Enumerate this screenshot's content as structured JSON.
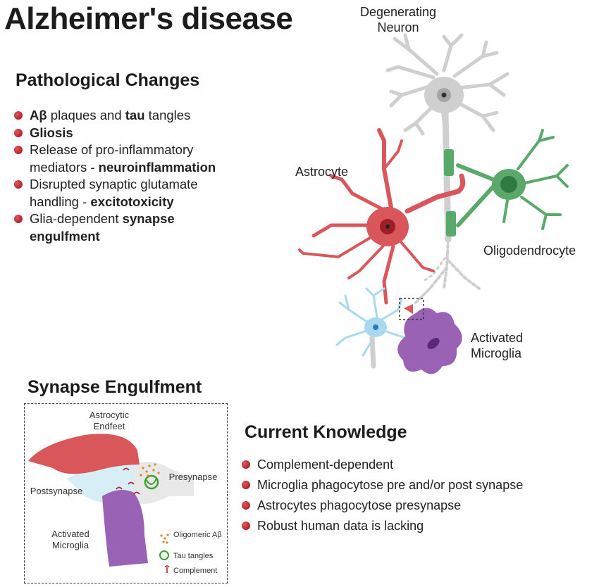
{
  "title": "Alzheimer's disease",
  "pathological": {
    "heading": "Pathological Changes",
    "items": [
      {
        "parts": [
          {
            "b": "Aβ"
          },
          {
            "t": " plaques and "
          },
          {
            "b": "tau"
          },
          {
            "t": " tangles"
          }
        ]
      },
      {
        "parts": [
          {
            "b": "Gliosis"
          }
        ]
      },
      {
        "parts": [
          {
            "t": "Release of pro-inflammatory mediators - "
          },
          {
            "b": "neuroinflammation"
          }
        ]
      },
      {
        "parts": [
          {
            "t": "Disrupted synaptic glutamate handling - "
          },
          {
            "b": "excitotoxicity"
          }
        ]
      },
      {
        "parts": [
          {
            "t": "Glia-dependent "
          },
          {
            "b": "synapse engulfment"
          }
        ]
      }
    ]
  },
  "diagram": {
    "neuron_label": "Degenerating Neuron",
    "astrocyte_label": "Astrocyte",
    "oligo_label": "Oligodendrocyte",
    "microglia_label": "Activated Microglia"
  },
  "synapse": {
    "heading": "Synapse Engulfment",
    "endfeet_label": "Astrocytic Endfeet",
    "presynapse_label": "Presynapse",
    "postsynapse_label": "Postsynapse",
    "microglia_label": "Activated Microglia",
    "legend": {
      "oligomeric": "Oligomeric Aβ",
      "tau": "Tau tangles",
      "complement": "Complement"
    }
  },
  "knowledge": {
    "heading": "Current Knowledge",
    "items": [
      "Complement-dependent",
      "Microglia phagocytose pre and/or post synapse",
      "Astrocytes phagocytose presynapse",
      "Robust human data is lacking"
    ]
  },
  "colors": {
    "neuron": "#cfcfcf",
    "astrocyte": "#d9575b",
    "oligodendrocyte": "#5aa96a",
    "microglia": "#9a62b4",
    "resting_microglia": "#a9d9ee",
    "bullet": "#c1272d"
  }
}
